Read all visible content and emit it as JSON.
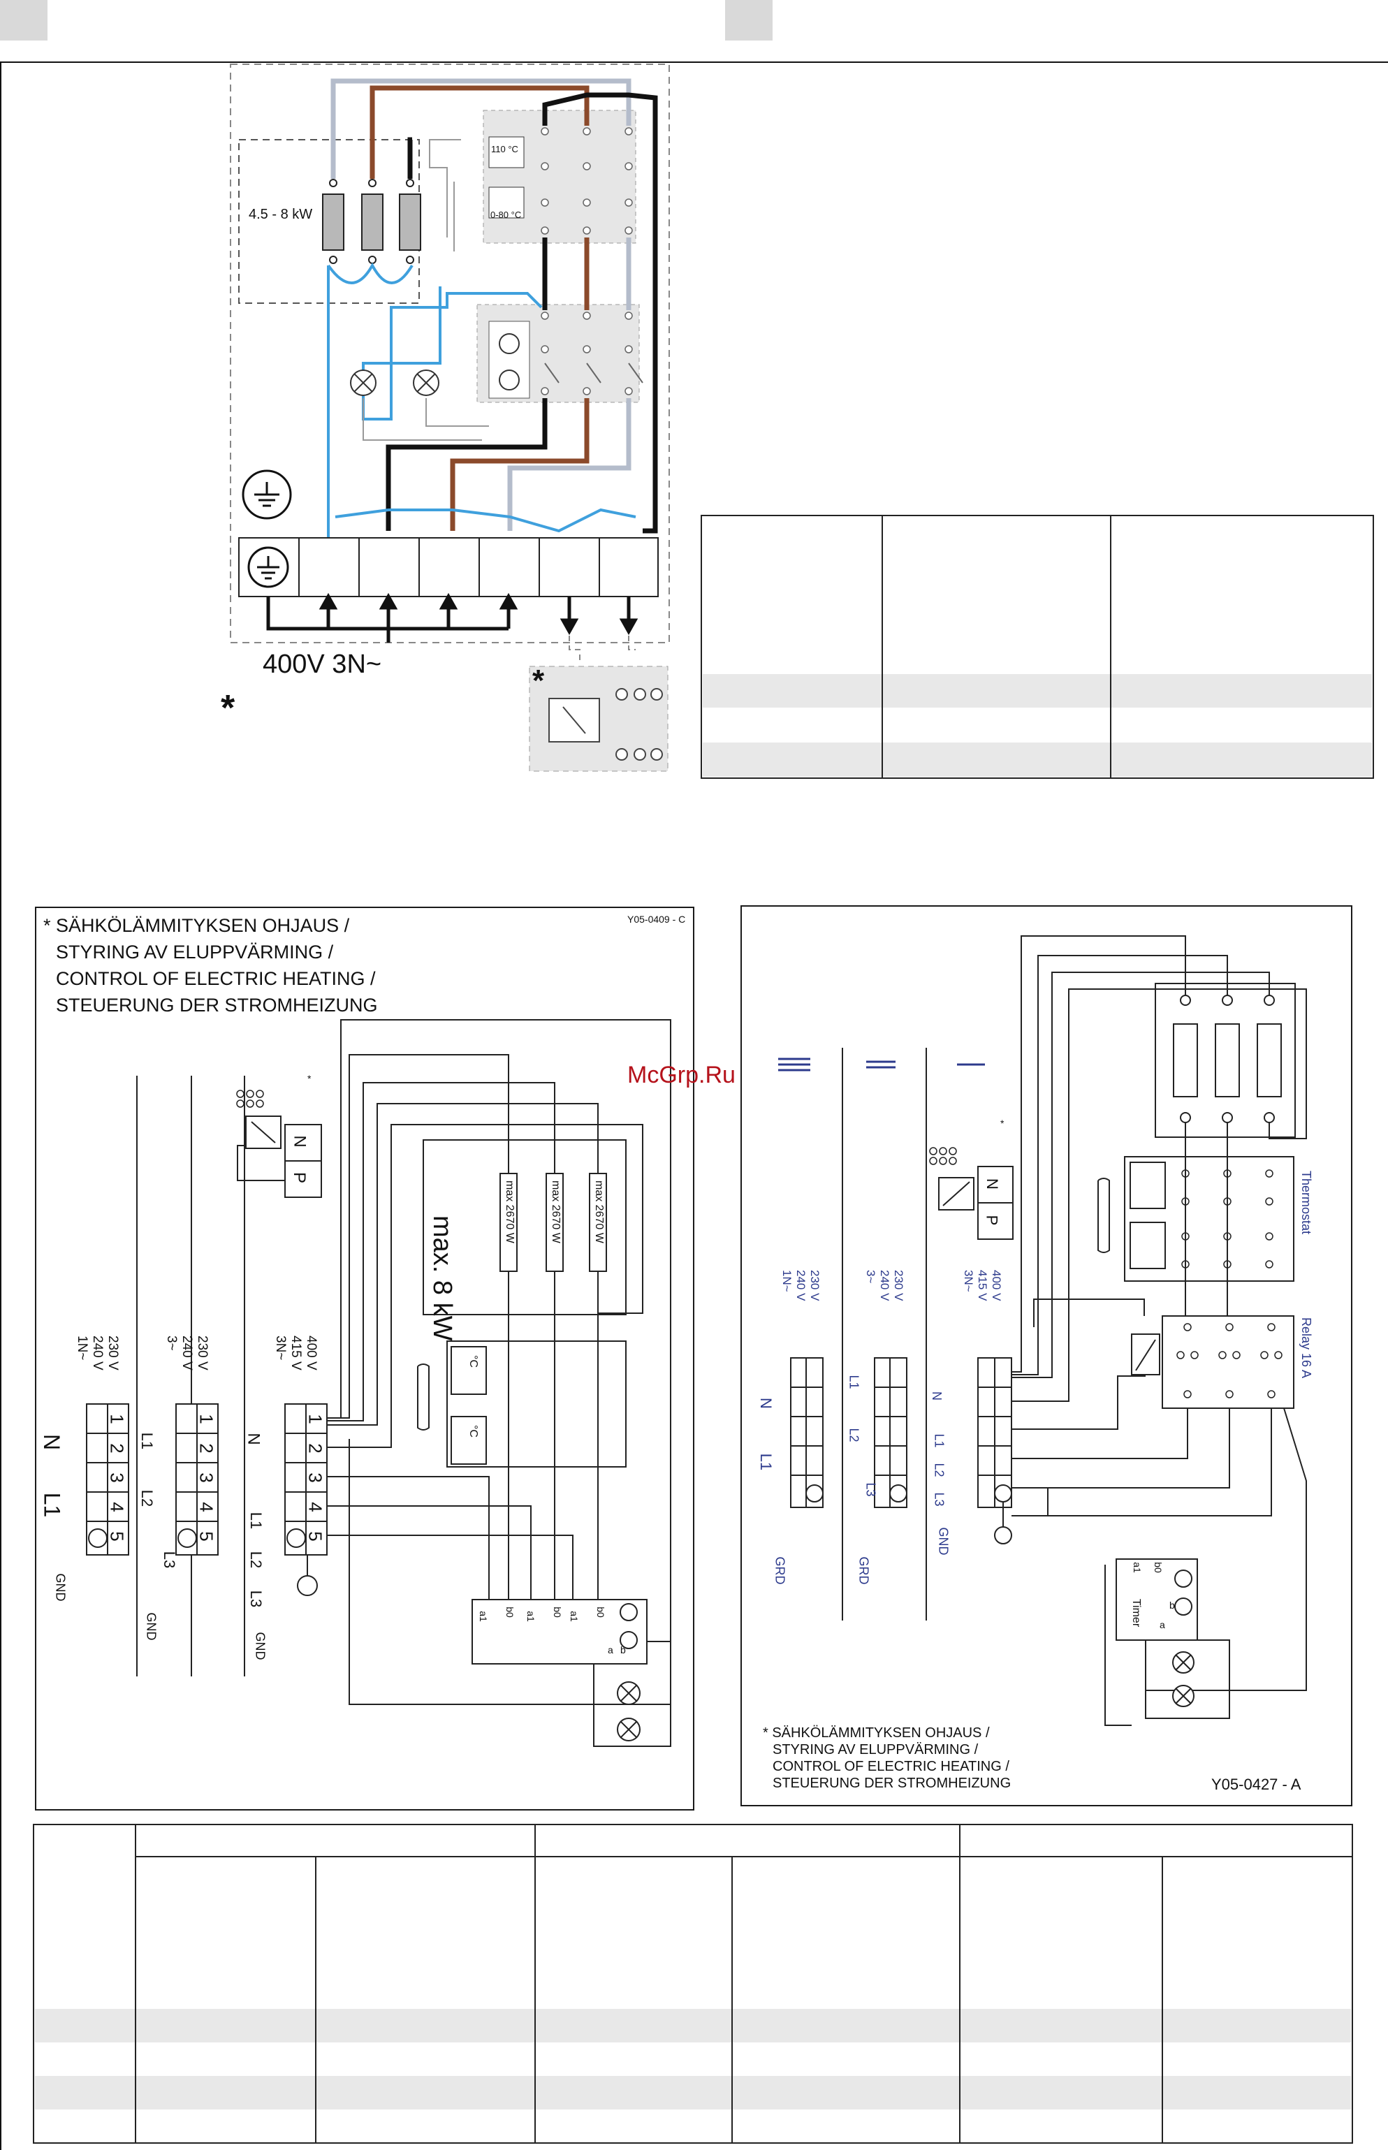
{
  "top_diagram": {
    "power_range": "4.5 - 8 kW",
    "thermo_high": "110 °C",
    "thermo_low": "0-80 °C",
    "supply": "400V 3N~",
    "asterisk": "*"
  },
  "left_diagram": {
    "code": "Y05-0409 - C",
    "title_lines": [
      "* SÄHKÖLÄMMITYKSEN OHJAUS /",
      "STYRING AV ELUPPVÄRMING /",
      "CONTROL OF ELECTRIC HEATING /",
      "STEUERUNG DER STROMHEIZUNG"
    ],
    "max_power": "max. 8 kW",
    "element_label": "max 2670 W",
    "relay_n": "N",
    "relay_p": "P",
    "asterisk": "*",
    "voltage_1n": [
      "230 V",
      "240 V",
      "1N~"
    ],
    "voltage_3": [
      "230 V",
      "240 V",
      "3~"
    ],
    "voltage_3n": [
      "400 V",
      "415 V",
      "3N~"
    ],
    "terminals": [
      "1",
      "2",
      "3",
      "4",
      "5"
    ],
    "n_label": "N",
    "l1_label": "L1",
    "l2_label": "L2",
    "l3_label": "L3",
    "gnd_label": "GND",
    "thermo_symbol": "°C",
    "switch_labels": [
      "a1",
      "b0",
      "a",
      "b"
    ]
  },
  "right_diagram": {
    "code": "Y05-0427 - A",
    "title_lines": [
      "* SÄHKÖLÄMMITYKSEN OHJAUS /",
      "STYRING AV ELUPPVÄRMING /",
      "CONTROL OF ELECTRIC HEATING /",
      "STEUERUNG DER STROMHEIZUNG"
    ],
    "thermostat": "Thermostat",
    "relay": "Relay 16 A",
    "timer": "Timer",
    "voltage_1n": [
      "230 V",
      "240 V",
      "1N~"
    ],
    "voltage_3": [
      "230 V",
      "240 V",
      "3~"
    ],
    "voltage_3n": [
      "400 V",
      "415 V",
      "3N~"
    ],
    "grd": "GRD",
    "gnd": "GND",
    "n_label": "N",
    "l1_label": "L1",
    "l2_label": "L2",
    "l3_label": "L3",
    "asterisk": "*",
    "relay_n": "N",
    "relay_p": "P",
    "timer_labels": [
      "a1",
      "b0",
      "a",
      "b"
    ]
  },
  "watermark": "McGrp.Ru",
  "colors": {
    "brown": "#8b4a2b",
    "blue": "#3fa0dd",
    "gray_wire": "#b4bccb",
    "black": "#111111",
    "panel_fill": "#e6e6e6",
    "row_shade": "#e8e8e8",
    "watermark": "#b5121b"
  }
}
